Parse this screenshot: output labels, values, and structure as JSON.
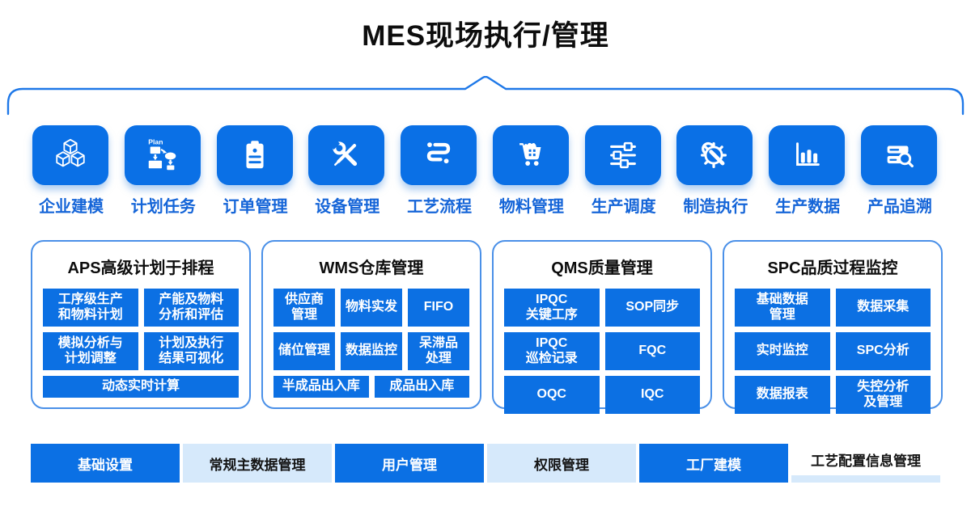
{
  "title": "MES现场执行/管理",
  "colors": {
    "primary_blue": "#0a70e6",
    "light_blue": "#d6e9fb",
    "label_blue": "#1565d8",
    "panel_border_blue": "#4a90e8",
    "bracket_blue": "#1e78e8"
  },
  "modules": [
    {
      "icon": "cubes-icon",
      "label": "企业建模"
    },
    {
      "icon": "plan-flowchart-icon",
      "label": "计划任务",
      "icon_text": "Plan"
    },
    {
      "icon": "clipboard-icon",
      "label": "订单管理"
    },
    {
      "icon": "wrench-screwdriver-icon",
      "label": "设备管理"
    },
    {
      "icon": "process-flow-icon",
      "label": "工艺流程"
    },
    {
      "icon": "cart-icon",
      "label": "物料管理"
    },
    {
      "icon": "sliders-icon",
      "label": "生产调度"
    },
    {
      "icon": "gear-wrench-icon",
      "label": "制造执行"
    },
    {
      "icon": "bar-chart-icon",
      "label": "生产数据"
    },
    {
      "icon": "trace-search-icon",
      "label": "产品追溯"
    }
  ],
  "panels": [
    {
      "title": "APS高级计划于排程",
      "items": [
        "工序级生产\n和物料计划",
        "产能及物料\n分析和评估",
        "模拟分析与\n计划调整",
        "计划及执行\n结果可视化",
        "动态实时计算"
      ]
    },
    {
      "title": "WMS仓库管理",
      "items": [
        "供应商\n管理",
        "物料实发",
        "FIFO",
        "储位管理",
        "数据监控",
        "呆滞品\n处理",
        "半成品出入库",
        "成品出入库"
      ]
    },
    {
      "title": "QMS质量管理",
      "items": [
        "IPQC\n关键工序",
        "SOP同步",
        "IPQC\n巡检记录",
        "FQC",
        "OQC",
        "IQC"
      ]
    },
    {
      "title": "SPC品质过程监控",
      "items": [
        "基础数据\n管理",
        "数据采集",
        "实时监控",
        "SPC分析",
        "数据报表",
        "失控分析\n及管理"
      ]
    }
  ],
  "bottom_bar": [
    {
      "label": "基础设置",
      "style": "solid"
    },
    {
      "label": "常规主数据管理",
      "style": "light"
    },
    {
      "label": "用户管理",
      "style": "solid"
    },
    {
      "label": "权限管理",
      "style": "light"
    },
    {
      "label": "工厂建模",
      "style": "solid"
    },
    {
      "label": "工艺配置信息管理",
      "style": "white"
    }
  ]
}
